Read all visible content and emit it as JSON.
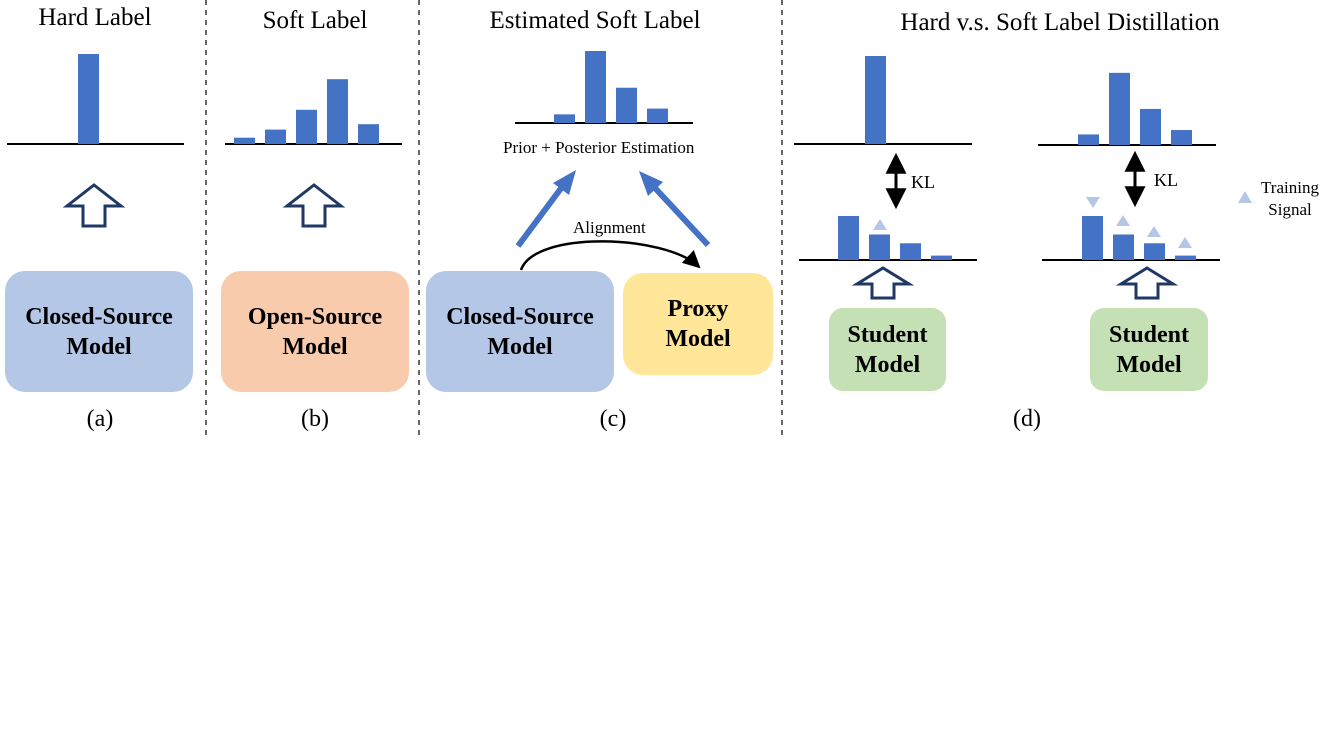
{
  "panels": {
    "a": {
      "title": "Hard Label",
      "model": "Closed-Source\nModel",
      "caption": "(a)",
      "bars": [
        1.0
      ]
    },
    "b": {
      "title": "Soft Label",
      "model": "Open-Source\nModel",
      "caption": "(b)",
      "bars": [
        0.07,
        0.16,
        0.38,
        0.72,
        0.22
      ]
    },
    "c": {
      "title": "Estimated Soft Label",
      "estimation_label": "Prior + Posterior Estimation",
      "alignment_label": "Alignment",
      "model_left": "Closed-Source\nModel",
      "model_right": "Proxy\nModel",
      "caption": "(c)",
      "bars": [
        0.12,
        1.0,
        0.49,
        0.2
      ]
    },
    "d": {
      "title": "Hard v.s. Soft Label Distillation",
      "caption": "(d)",
      "kl_label": "KL",
      "legend_label": "Training\nSignal",
      "hard": {
        "teacher_bars": [
          1.0
        ],
        "student_bars": [
          0.5,
          0.29,
          0.19,
          0.05
        ],
        "student_label": "Student\nModel"
      },
      "soft": {
        "teacher_bars": [
          0.12,
          0.82,
          0.41,
          0.17
        ],
        "student_bars": [
          0.5,
          0.29,
          0.19,
          0.05
        ],
        "student_label": "Student\nModel"
      }
    }
  },
  "colors": {
    "bar": "#4472c4",
    "arrow": "#4472c4",
    "signal": "#b4c7e7",
    "up_arrow_outline": "#1f3864",
    "closed_source": "#b4c7e7",
    "open_source": "#f8cbad",
    "proxy": "#ffe699",
    "student": "#c5e0b4"
  }
}
